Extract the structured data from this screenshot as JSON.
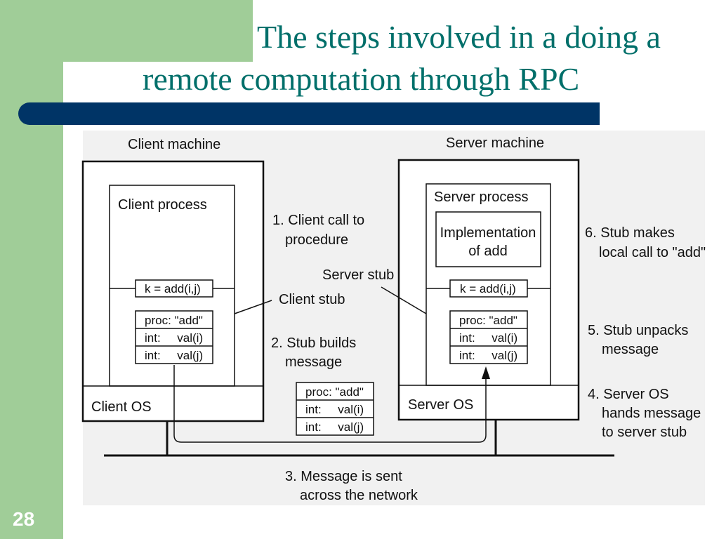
{
  "page": {
    "title_line1": "The steps involved in a doing a",
    "title_line2": "remote computation through RPC",
    "page_number": "28",
    "colors": {
      "green_panel": "#a0cd98",
      "title_text": "#006f6a",
      "title_bar": "#003466"
    }
  },
  "diagram": {
    "client_machine": "Client machine",
    "server_machine": "Server machine",
    "client_process": "Client process",
    "server_process": "Server process",
    "implementation_line1": "Implementation",
    "implementation_line2": "of add",
    "client_call": "k = add(i,j)",
    "server_call": "k = add(i,j)",
    "client_os": "Client OS",
    "server_os": "Server OS",
    "client_stub_label": "Client stub",
    "server_stub_label": "Server stub",
    "message_rows": [
      "proc: \"add\"",
      "int:     val(i)",
      "int:     val(j)"
    ],
    "steps": {
      "step1_line1": "1. Client call to",
      "step1_line2": "procedure",
      "step2_line1": "2. Stub builds",
      "step2_line2": "message",
      "step3_line1": "3. Message is sent",
      "step3_line2": "across the network",
      "step4_line1": "4. Server OS",
      "step4_line2": "hands message",
      "step4_line3": "to server stub",
      "step5_line1": "5. Stub unpacks",
      "step5_line2": "message",
      "step6_line1": "6. Stub makes",
      "step6_line2": "local call to \"add\""
    }
  }
}
